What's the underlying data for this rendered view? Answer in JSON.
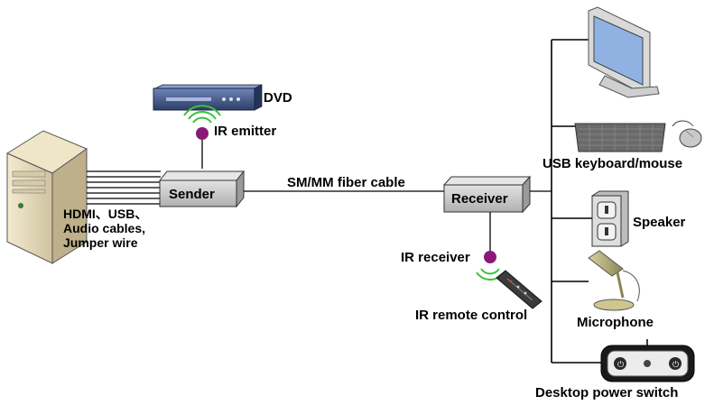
{
  "devices": {
    "dvd": "DVD",
    "ir_emitter": "IR emitter",
    "sender": "Sender",
    "receiver": "Receiver",
    "fiber": "SM/MM fiber cable",
    "ir_receiver": "IR receiver",
    "ir_remote": "IR remote control",
    "usb_km": "USB keyboard/mouse",
    "speaker": "Speaker",
    "microphone": "Microphone",
    "power_switch": "Desktop power switch"
  },
  "cables_label": {
    "line1": "HDMI、USB、",
    "line2": "Audio cables,",
    "line3": "Jumper wire"
  },
  "colors": {
    "line": "#000000",
    "box_fill": "#c8c8c8",
    "ir_dot": "#8a1a78",
    "ir_wave": "#39c439"
  }
}
